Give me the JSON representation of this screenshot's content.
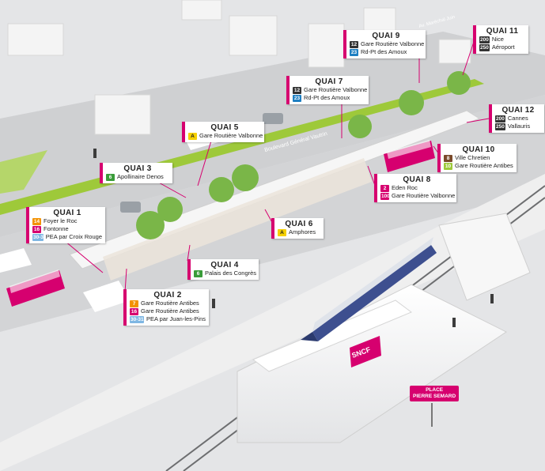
{
  "street": "Boulevard Général Vautrin",
  "street_short": "Av. Maréchal Juin",
  "colors": {
    "accent": "#d6006f",
    "grass": "#9ec93a",
    "road": "#c9cacc",
    "sidewalk": "#f2f2f2"
  },
  "quais": [
    {
      "title": "QUAI 1",
      "lines": [
        {
          "code": "14",
          "color": "#f39200",
          "dest": "Foyer le Roc"
        },
        {
          "code": "16",
          "color": "#d6006f",
          "dest": "Fontonne"
        },
        {
          "code": "30-31",
          "color": "#7fb7e3",
          "dest": "PEA par Croix Rouge"
        }
      ]
    },
    {
      "title": "QUAI 2",
      "lines": [
        {
          "code": "7",
          "color": "#f39200",
          "dest": "Gare Routière Antibes"
        },
        {
          "code": "16",
          "color": "#d6006f",
          "dest": "Gare Routière Antibes"
        },
        {
          "code": "30-31",
          "color": "#7fb7e3",
          "dest": "PEA par Juan-les-Pins"
        }
      ]
    },
    {
      "title": "QUAI 3",
      "lines": [
        {
          "code": "6",
          "color": "#3a9c3a",
          "dest": "Apollinaire Denos"
        }
      ]
    },
    {
      "title": "QUAI 4",
      "lines": [
        {
          "code": "6",
          "color": "#3a9c3a",
          "dest": "Palais des Congrès"
        }
      ]
    },
    {
      "title": "QUAI 5",
      "lines": [
        {
          "code": "A",
          "color": "#f5d000",
          "dest": "Gare Routière Valbonne"
        }
      ]
    },
    {
      "title": "QUAI 6",
      "lines": [
        {
          "code": "A",
          "color": "#f5d000",
          "dest": "Amphores"
        }
      ]
    },
    {
      "title": "QUAI 7",
      "lines": [
        {
          "code": "12",
          "color": "#333333",
          "dest": "Gare Routière Valbonne"
        },
        {
          "code": "23",
          "color": "#1e7fc2",
          "dest": "Rd-Pt des Amoux"
        }
      ]
    },
    {
      "title": "QUAI 8",
      "lines": [
        {
          "code": "2",
          "color": "#d6006f",
          "dest": "Eden Roc"
        },
        {
          "code": "100",
          "color": "#d6006f",
          "dest": "Gare Routière Valbonne"
        }
      ]
    },
    {
      "title": "QUAI 9",
      "lines": [
        {
          "code": "12",
          "color": "#333333",
          "dest": "Gare Routière Valbonne"
        },
        {
          "code": "23",
          "color": "#1e7fc2",
          "dest": "Rd-Pt des Amoux"
        }
      ]
    },
    {
      "title": "QUAI 10",
      "lines": [
        {
          "code": "8",
          "color": "#7a4a2a",
          "dest": "Ville Chretien"
        },
        {
          "code": "10",
          "color": "#9ec93a",
          "dest": "Gare Routière Antibes"
        }
      ]
    },
    {
      "title": "QUAI 11",
      "lines": [
        {
          "code": "200",
          "color": "#333333",
          "dest": "Nice"
        },
        {
          "code": "250",
          "color": "#333333",
          "dest": "Aéroport"
        }
      ]
    },
    {
      "title": "QUAI 12",
      "lines": [
        {
          "code": "200",
          "color": "#333333",
          "dest": "Cannes"
        },
        {
          "code": "250",
          "color": "#333333",
          "dest": "Vallauris"
        }
      ]
    }
  ],
  "sncf": "SNCF",
  "place_sign": [
    "PLACE",
    "PIERRE SEMARD"
  ]
}
